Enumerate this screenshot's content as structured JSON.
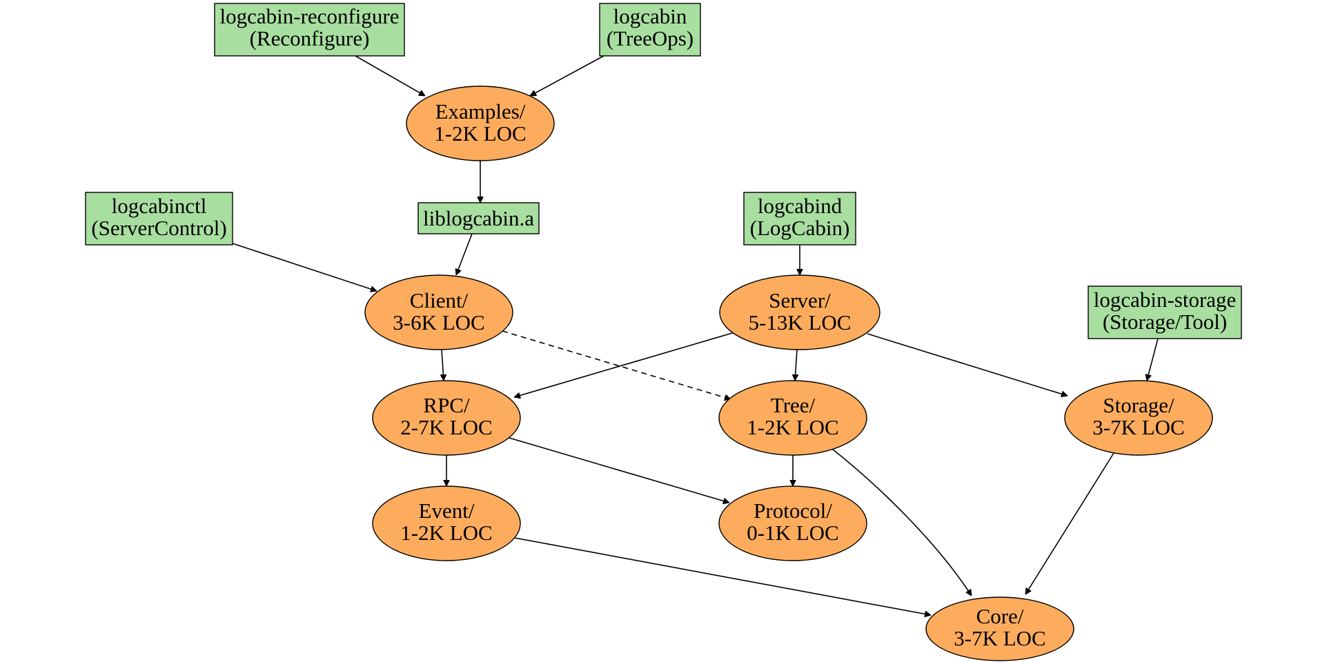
{
  "colors": {
    "program_fill": "#a9dea1",
    "module_fill": "#fdac5e",
    "stroke": "#000000"
  },
  "programs": {
    "reconfigure": {
      "line1": "logcabin-reconfigure",
      "line2": "(Reconfigure)"
    },
    "treeops": {
      "line1": "logcabin",
      "line2": "(TreeOps)"
    },
    "liblogcabin": {
      "line1": "liblogcabin.a"
    },
    "servercontrol": {
      "line1": "logcabinctl",
      "line2": "(ServerControl)"
    },
    "logcabind": {
      "line1": "logcabind",
      "line2": "(LogCabin)"
    },
    "storage_tool": {
      "line1": "logcabin-storage",
      "line2": "(Storage/Tool)"
    }
  },
  "modules": {
    "examples": {
      "line1": "Examples/",
      "line2": "1-2K LOC"
    },
    "client": {
      "line1": "Client/",
      "line2": "3-6K LOC"
    },
    "server": {
      "line1": "Server/",
      "line2": "5-13K LOC"
    },
    "rpc": {
      "line1": "RPC/",
      "line2": "2-7K LOC"
    },
    "tree": {
      "line1": "Tree/",
      "line2": "1-2K LOC"
    },
    "storage": {
      "line1": "Storage/",
      "line2": "3-7K LOC"
    },
    "event": {
      "line1": "Event/",
      "line2": "1-2K LOC"
    },
    "protocol": {
      "line1": "Protocol/",
      "line2": "0-1K LOC"
    },
    "core": {
      "line1": "Core/",
      "line2": "3-7K LOC"
    }
  },
  "edges": [
    {
      "from": "reconfigure",
      "to": "examples",
      "style": "solid"
    },
    {
      "from": "treeops",
      "to": "examples",
      "style": "solid"
    },
    {
      "from": "examples",
      "to": "liblogcabin",
      "style": "solid"
    },
    {
      "from": "liblogcabin",
      "to": "client",
      "style": "solid"
    },
    {
      "from": "servercontrol",
      "to": "client",
      "style": "solid"
    },
    {
      "from": "logcabind",
      "to": "server",
      "style": "solid"
    },
    {
      "from": "client",
      "to": "rpc",
      "style": "solid"
    },
    {
      "from": "client",
      "to": "tree",
      "style": "dashed"
    },
    {
      "from": "server",
      "to": "rpc",
      "style": "solid"
    },
    {
      "from": "server",
      "to": "tree",
      "style": "solid"
    },
    {
      "from": "server",
      "to": "storage",
      "style": "solid"
    },
    {
      "from": "storage_tool",
      "to": "storage",
      "style": "solid"
    },
    {
      "from": "rpc",
      "to": "event",
      "style": "solid"
    },
    {
      "from": "rpc",
      "to": "protocol",
      "style": "solid"
    },
    {
      "from": "tree",
      "to": "protocol",
      "style": "solid"
    },
    {
      "from": "tree",
      "to": "core",
      "style": "solid"
    },
    {
      "from": "storage",
      "to": "core",
      "style": "solid"
    },
    {
      "from": "event",
      "to": "core",
      "style": "solid"
    }
  ]
}
